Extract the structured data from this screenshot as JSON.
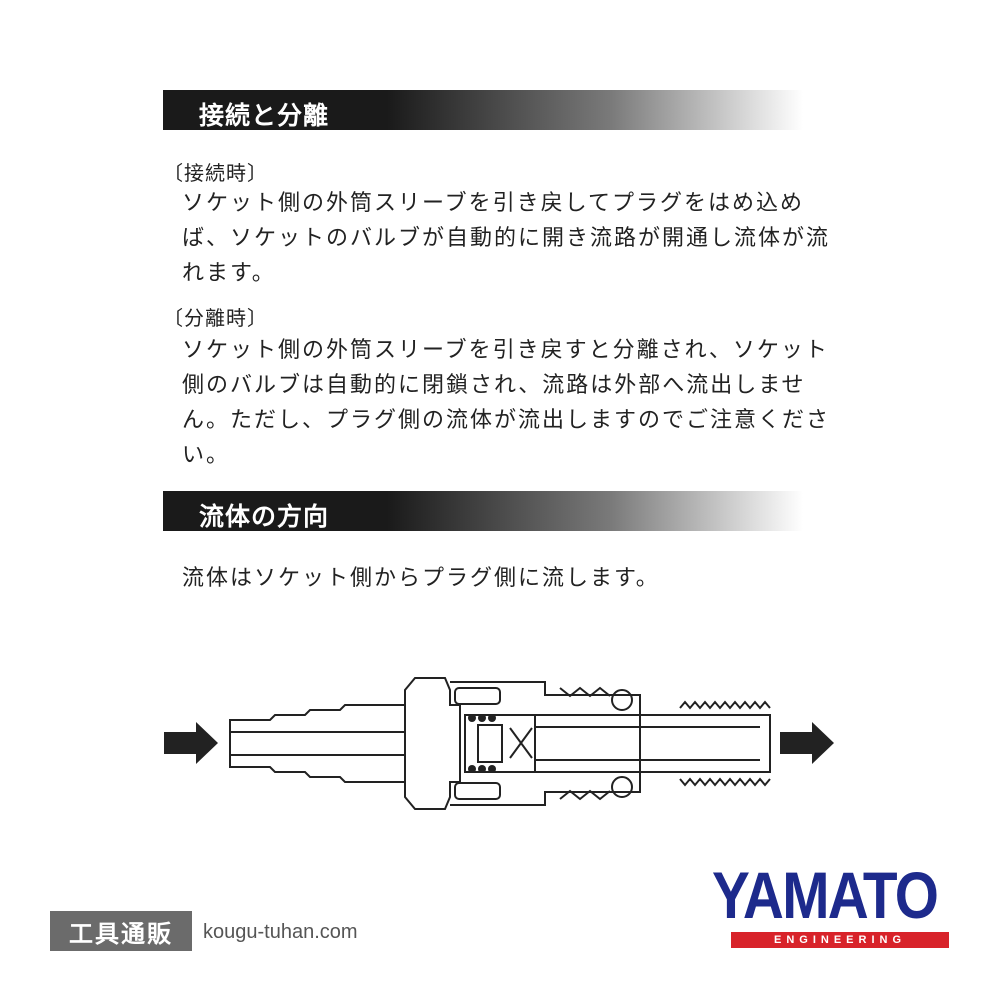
{
  "section1": {
    "title": "接続と分離",
    "connect_label": "〔接続時〕",
    "connect_text": "ソケット側の外筒スリーブを引き戻してプラグをはめ込めば、ソケットのバルブが自動的に開き流路が開通し流体が流れます。",
    "disconnect_label": "〔分離時〕",
    "disconnect_text": "ソケット側の外筒スリーブを引き戻すと分離され、ソケット側のバルブは自動的に閉鎖され、流路は外部へ流出しません。ただし、プラグ側の流体が流出しますのでご注意ください。"
  },
  "section2": {
    "title": "流体の方向",
    "text": "流体はソケット側からプラグ側に流します。"
  },
  "diagram": {
    "icons": [
      "arrow-right-icon",
      "arrow-right-icon"
    ],
    "color": "#222222"
  },
  "footer": {
    "shop_name": "工具通販",
    "shop_url": "kougu-tuhan.com",
    "logo_text": "YAMATO",
    "logo_sub": "ENGINEERING",
    "logo_color": "#1d2a8c",
    "logo_sub_color": "#d8232a"
  }
}
